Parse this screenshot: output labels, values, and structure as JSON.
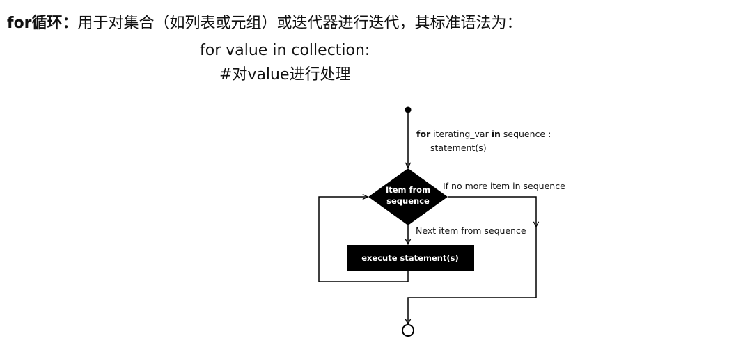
{
  "intro": {
    "lead": "for循环：",
    "text": "用于对集合（如列表或元组）或迭代器进行迭代，其标准语法为："
  },
  "code": {
    "line1": "for value in collection:",
    "line2": "#对value进行处理"
  },
  "flowchart": {
    "top_label": {
      "kw_for": "for",
      "iter_var": " iterating_var ",
      "kw_in": "in",
      "seq": " sequence :",
      "stmt": "statement(s)"
    },
    "decision": {
      "line1": "Item from",
      "line2": "sequence"
    },
    "no_more_label": "If no more item in sequence",
    "next_label": "Next item from sequence",
    "execute_label": "execute statement(s)"
  }
}
